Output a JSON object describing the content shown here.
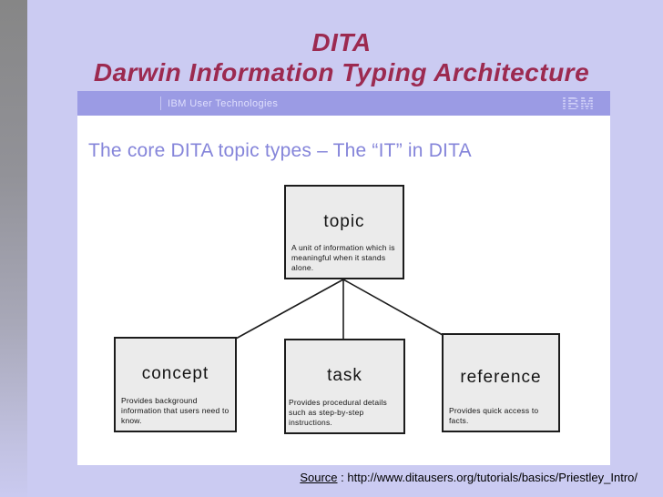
{
  "slide": {
    "title_line1": "DITA",
    "title_line2": "Darwin Information Typing Architecture",
    "source": {
      "label": "Source",
      "separator": " : ",
      "url": "http://www.ditausers.org/tutorials/basics/Priestley_Intro/"
    }
  },
  "embedded_page": {
    "header": {
      "brand": "IBM User Technologies",
      "logo_text": "IBM"
    },
    "heading": "The core DITA topic types – The “IT” in DITA",
    "diagram": {
      "nodes": [
        {
          "id": "topic",
          "label": "topic",
          "description": "A unit of information which is meaningful when it stands alone."
        },
        {
          "id": "concept",
          "label": "concept",
          "description": "Provides background information that users need to know."
        },
        {
          "id": "task",
          "label": "task",
          "description": "Provides procedural details such as step-by-step instructions."
        },
        {
          "id": "reference",
          "label": "reference",
          "description": "Provides quick access to facts."
        }
      ],
      "edges": [
        {
          "from": "topic",
          "to": "concept"
        },
        {
          "from": "topic",
          "to": "task"
        },
        {
          "from": "topic",
          "to": "reference"
        }
      ]
    }
  },
  "colors": {
    "page_background": "#cbcbf2",
    "title_maroon": "#9c2a50",
    "header_bar": "#9b9be4",
    "heading_blue": "#8585da",
    "box_fill": "#ebebeb",
    "box_border": "#1c1c1c"
  }
}
